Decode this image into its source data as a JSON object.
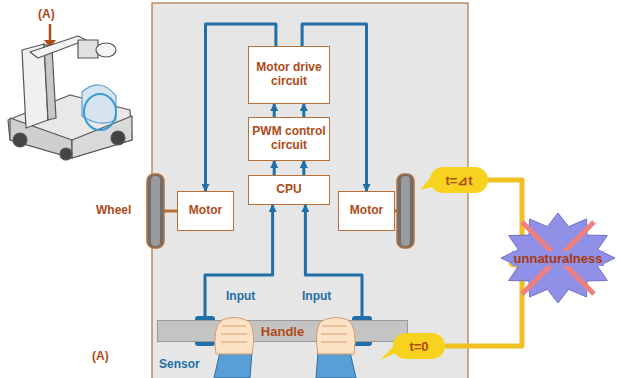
{
  "diagram": {
    "nodes": [
      {
        "text": [
          "Motor drive circuit"
        ]
      },
      {
        "text": [
          "PWM control circuit"
        ]
      },
      {
        "text": [
          "Motor"
        ]
      },
      {
        "text": [
          "CPU"
        ]
      },
      {
        "text": [
          "Motor"
        ]
      },
      {
        "text": [
          "t=⊿t"
        ]
      },
      {
        "text": [
          "unnaturalness"
        ]
      },
      {
        "text": [
          "Handle"
        ]
      },
      {
        "text": [
          "t=0"
        ]
      }
    ],
    "edges": [
      {
        "from": 3,
        "to": 1,
        "arrow": "to"
      },
      {
        "from": 3,
        "to": 1,
        "arrow": "to"
      },
      {
        "from": 1,
        "to": 0,
        "arrow": "to"
      },
      {
        "from": 1,
        "to": 0,
        "arrow": "to"
      },
      {
        "from": 0,
        "to": 2,
        "arrow": "to"
      },
      {
        "from": 0,
        "to": 4,
        "arrow": "to"
      },
      {
        "from": 7,
        "to": 3,
        "arrow": "to"
      },
      {
        "from": 7,
        "to": 3,
        "arrow": "to"
      },
      {
        "from": 5,
        "to": 6,
        "arrow": "to"
      },
      {
        "from": 8,
        "to": 6,
        "arrow": "to"
      }
    ],
    "labels": [
      "(A)",
      "Wheel",
      "Input",
      "Input",
      "(A)",
      "Sensor"
    ]
  }
}
